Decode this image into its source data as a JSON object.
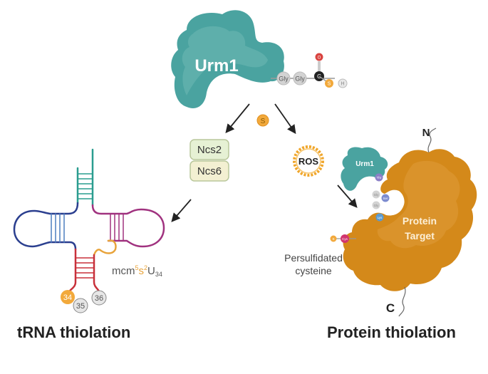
{
  "colors": {
    "urm1": "#4aa3a0",
    "urm1_light": "#6fb9b5",
    "protein_target": "#d4891a",
    "protein_light": "#e2a040",
    "sulfur": "#f2a93b",
    "oxygen": "#d9433f",
    "carbon": "#222222",
    "hydrogen": "#e2e2e2",
    "gly": "#d3d3d3",
    "thr": "#8b7fc7",
    "ser": "#7d8cd0",
    "lys": "#5b9bd0",
    "cys": "#d1356e",
    "ncs2_fill": "#e6f1d4",
    "ncs6_fill": "#f3f0d2",
    "ncs_border": "#b9c79b",
    "ros_ring": "#f0a62b",
    "trna_acceptor": "#2a9d8f",
    "trna_d_arm": "#2b3f8f",
    "trna_d_arm_pairs": "#4d7fbf",
    "trna_t_arm": "#a0327f",
    "trna_anticodon": "#c8303a",
    "trna_variable": "#e8a33a",
    "arrow": "#222222",
    "text_dark": "#222222",
    "text_gray": "#555555"
  },
  "top": {
    "urm1_label": "Urm1",
    "chain": [
      "Gly",
      "Gly"
    ],
    "thiocarboxylate": {
      "oxygen": "O",
      "carbon": "C",
      "sulfur": "S",
      "hydrogen": "H"
    },
    "sulfur_token": "S"
  },
  "left": {
    "enzymes": [
      "Ncs2",
      "Ncs6"
    ],
    "modification": {
      "prefix": "mcm",
      "sup1": "5",
      "s": "s",
      "sup2": "2",
      "base": "U",
      "sub": "34"
    },
    "anticodon": [
      "34",
      "35",
      "36"
    ],
    "title": "tRNA thiolation"
  },
  "right": {
    "ros_label": "ROS",
    "small_urm1_label": "Urm1",
    "residues": {
      "thr": "Thr",
      "gly1": "Gly",
      "gly2": "Gly",
      "ser": "Ser",
      "lys": "Lys",
      "cys": "Cys",
      "sulfur": "S"
    },
    "target_label_line1": "Protein",
    "target_label_line2": "Target",
    "n_terminus": "N",
    "c_terminus": "C",
    "persulfide_line1": "Persulfidated",
    "persulfide_line2": "cysteine",
    "title": "Protein thiolation"
  }
}
